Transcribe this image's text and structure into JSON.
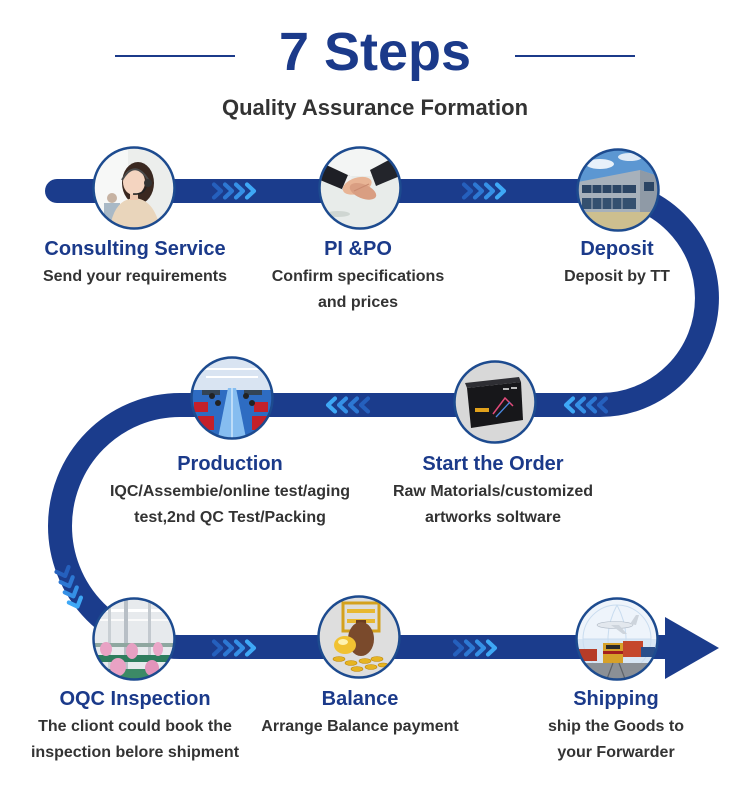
{
  "header": {
    "title": "7 Steps",
    "subtitle": "Quality Assurance Formation"
  },
  "colors": {
    "primary": "#1b3a8a",
    "band": "#1b3c8c",
    "photo_border": "#1d4b8f",
    "chevron_shades": [
      "#2560bd",
      "#2d78d3",
      "#3590e6",
      "#3ea8f6"
    ],
    "body_text": "#333333"
  },
  "steps": [
    {
      "title": "Consulting Service",
      "desc": [
        "Send your requirements"
      ],
      "image": "customer-service-photo"
    },
    {
      "title": "PI &PO",
      "desc": [
        "Confirm specifications",
        "and prices"
      ],
      "image": "handshake-photo"
    },
    {
      "title": "Deposit",
      "desc": [
        "Deposit by TT"
      ],
      "image": "factory-building-photo"
    },
    {
      "title": "Start the Order",
      "desc": [
        "Raw Matorials/customized",
        "artworks soltware"
      ],
      "image": "product-box-photo"
    },
    {
      "title": "Production",
      "desc": [
        "IQC/Assembie/online test/aging",
        "test,2nd QC Test/Packing"
      ],
      "image": "production-line-photo"
    },
    {
      "title": "OQC Inspection",
      "desc": [
        "The cliont could book the",
        "inspection belore shipment"
      ],
      "image": "inspection-workshop-photo"
    },
    {
      "title": "Balance",
      "desc": [
        "Arrange Balance payment"
      ],
      "image": "gold-coins-photo"
    },
    {
      "title": "Shipping",
      "desc": [
        "ship the Goods to",
        "your Forwarder"
      ],
      "image": "cargo-transport-photo"
    }
  ]
}
